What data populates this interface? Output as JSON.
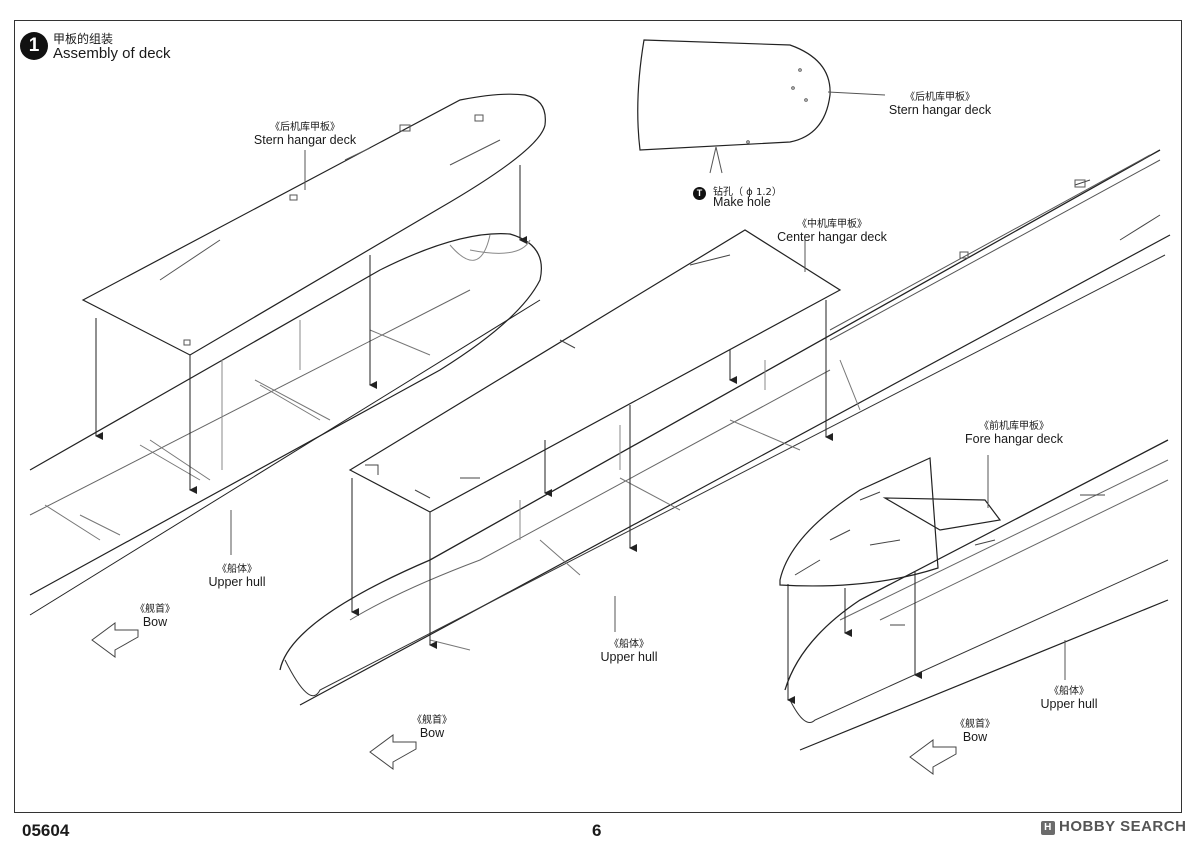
{
  "step": {
    "number": "1",
    "title_cn": "甲板的组装",
    "title_en": "Assembly of deck"
  },
  "labels": {
    "stern_left": {
      "cn": "《后机库甲板》",
      "en": "Stern hangar deck"
    },
    "stern_top": {
      "cn": "《后机库甲板》",
      "en": "Stern hangar deck"
    },
    "make_hole": {
      "cn": "钻孔（  ϕ 1.2）",
      "en": "Make hole",
      "badge": "T"
    },
    "center_deck": {
      "cn": "《中机库甲板》",
      "en": "Center hangar deck"
    },
    "fore_deck": {
      "cn": "《前机库甲板》",
      "en": "Fore hangar deck"
    },
    "hull_left": {
      "cn": "《船体》",
      "en": "Upper hull"
    },
    "bow_left": {
      "cn": "《舰首》",
      "en": "Bow"
    },
    "hull_mid": {
      "cn": "《船体》",
      "en": "Upper hull"
    },
    "bow_mid": {
      "cn": "《舰首》",
      "en": "Bow"
    },
    "hull_right": {
      "cn": "《船体》",
      "en": "Upper hull"
    },
    "bow_right": {
      "cn": "《舰首》",
      "en": "Bow"
    }
  },
  "footer": {
    "code": "05604",
    "page": "6"
  },
  "watermark": {
    "icon": "H",
    "text": "HOBBY SEARCH"
  }
}
